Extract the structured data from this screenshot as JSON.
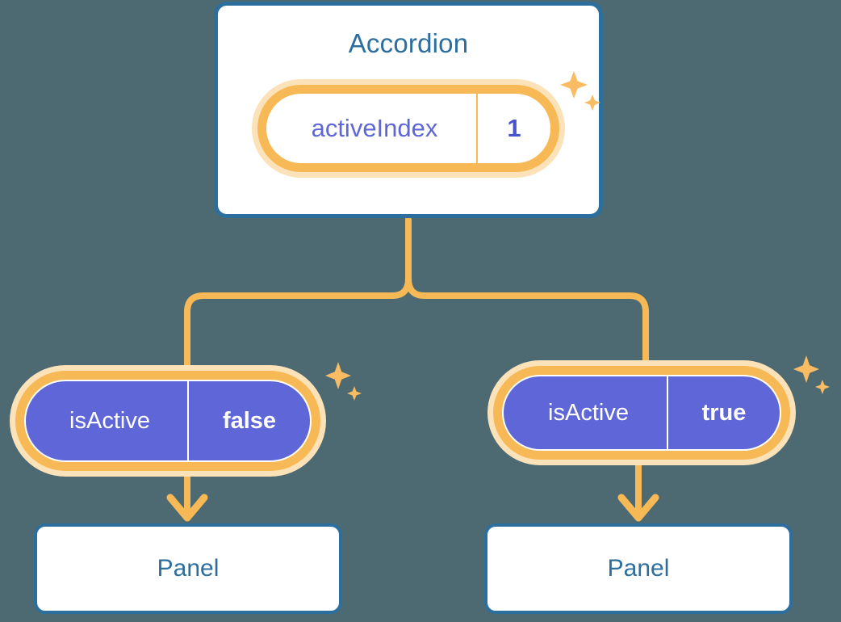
{
  "theme": {
    "background": "#4d6a73",
    "card_border": "#2c6f9e",
    "title_text": "#2c6f9e",
    "accent_orange": "#f7b955",
    "accent_orange_pale": "#fce2b8",
    "state_purple": "#5f67d8",
    "value_purple": "#4a52d0",
    "card_fill": "#ffffff",
    "sparkle": "#f9bc62"
  },
  "diagram": {
    "type": "component-state-tree",
    "root": {
      "title": "Accordion",
      "state_badge": {
        "key": "activeIndex",
        "value": "1",
        "style": "hollow",
        "sparkle_icon": "sparkles-icon"
      }
    },
    "children": [
      {
        "state_badge": {
          "key": "isActive",
          "value": "false",
          "style": "filled",
          "sparkle_icon": "sparkles-icon"
        },
        "arrow_icon": "arrow-down-icon",
        "node": {
          "title": "Panel"
        }
      },
      {
        "state_badge": {
          "key": "isActive",
          "value": "true",
          "style": "filled",
          "sparkle_icon": "sparkles-icon"
        },
        "arrow_icon": "arrow-down-icon",
        "node": {
          "title": "Panel"
        }
      }
    ]
  }
}
